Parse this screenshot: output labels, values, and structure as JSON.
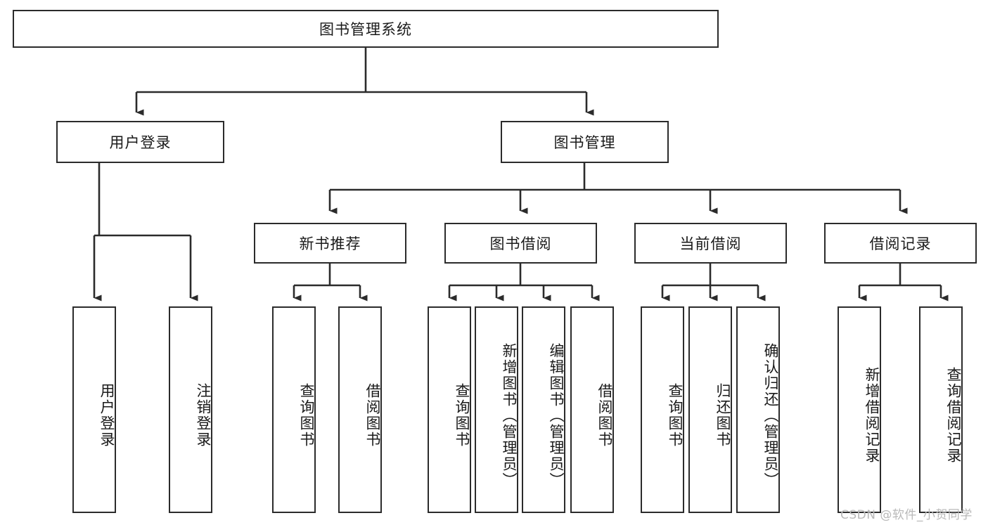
{
  "diagram": {
    "title_node": {
      "label": "图书管理系统"
    },
    "level2": [
      {
        "id": "user-login",
        "label": "用户登录"
      },
      {
        "id": "book-manage",
        "label": "图书管理"
      }
    ],
    "level3": [
      {
        "id": "new-book-recommend",
        "label": "新书推荐"
      },
      {
        "id": "book-borrow",
        "label": "图书借阅"
      },
      {
        "id": "current-borrow",
        "label": "当前借阅"
      },
      {
        "id": "borrow-record",
        "label": "借阅记录"
      }
    ],
    "leaves": {
      "user_login": [
        {
          "id": "leaf-user-login",
          "label": "用户登录"
        },
        {
          "id": "leaf-logout-login",
          "label": "注销登录"
        }
      ],
      "new_book_recommend": [
        {
          "id": "leaf-query-book-1",
          "label": "查询图书"
        },
        {
          "id": "leaf-borrow-book-1",
          "label": "借阅图书"
        }
      ],
      "book_borrow": [
        {
          "id": "leaf-query-book-2",
          "label": "查询图书"
        },
        {
          "id": "leaf-add-book",
          "label": "新增图书（管理员）"
        },
        {
          "id": "leaf-edit-book",
          "label": "编辑图书（管理员）"
        },
        {
          "id": "leaf-borrow-book-2",
          "label": "借阅图书"
        }
      ],
      "current_borrow": [
        {
          "id": "leaf-query-book-3",
          "label": "查询图书"
        },
        {
          "id": "leaf-return-book",
          "label": "归还图书"
        },
        {
          "id": "leaf-confirm-return",
          "label": "确认归还（管理员）"
        }
      ],
      "borrow_record": [
        {
          "id": "leaf-add-record",
          "label": "新增借阅记录"
        },
        {
          "id": "leaf-query-record",
          "label": "查询借阅记录"
        }
      ]
    }
  },
  "watermark": {
    "text": "CSDN @软件_小贺同学"
  },
  "colors": {
    "border": "#2b2b2b",
    "text": "#1a1a1a",
    "watermark": "#b9b9b9",
    "background": "#ffffff"
  }
}
